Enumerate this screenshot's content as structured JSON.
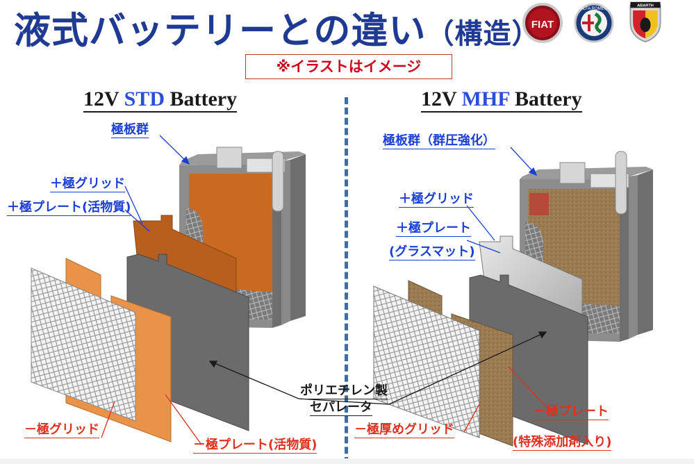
{
  "title": {
    "main": "液式バッテリーとの違い",
    "paren": "（構造）"
  },
  "logos": {
    "fiat": "FIAT",
    "alfa": "ALFA ROMEO",
    "abarth": "ABARTH"
  },
  "note": "※イラストはイメージ",
  "std": {
    "heading_prefix": "12V ",
    "heading_accent": "STD",
    "heading_suffix": " Battery",
    "labels": {
      "plate_group": "極板群",
      "pos_grid": "＋極グリッド",
      "pos_plate": "＋極プレート(活物質)",
      "neg_grid": "－極グリッド",
      "neg_plate": "－極プレート(活物質)"
    }
  },
  "mhf": {
    "heading_prefix": "12V ",
    "heading_accent": "MHF",
    "heading_suffix": " Battery",
    "labels": {
      "plate_group": "極板群（群圧強化）",
      "pos_grid": "＋極グリッド",
      "pos_plate": "＋極プレート",
      "pos_plate_sub": "(グラスマット)",
      "neg_grid": "－極厚めグリッド",
      "neg_plate": "－極プレート",
      "neg_plate_sub": "(特殊添加剤入り)"
    }
  },
  "separator": {
    "line1": "ポリエチレン製",
    "line2": "セパレータ"
  },
  "colors": {
    "title": "#1f3a93",
    "accent_blue": "#2a4fd6",
    "label_red": "#e0301e",
    "std_plate_orange": "#e8924a",
    "std_active_brown": "#b5651d",
    "mhf_plate_tan": "#9a7b52",
    "separator_gray": "#6b6b6b",
    "divider_blue": "#3a6ea5"
  }
}
